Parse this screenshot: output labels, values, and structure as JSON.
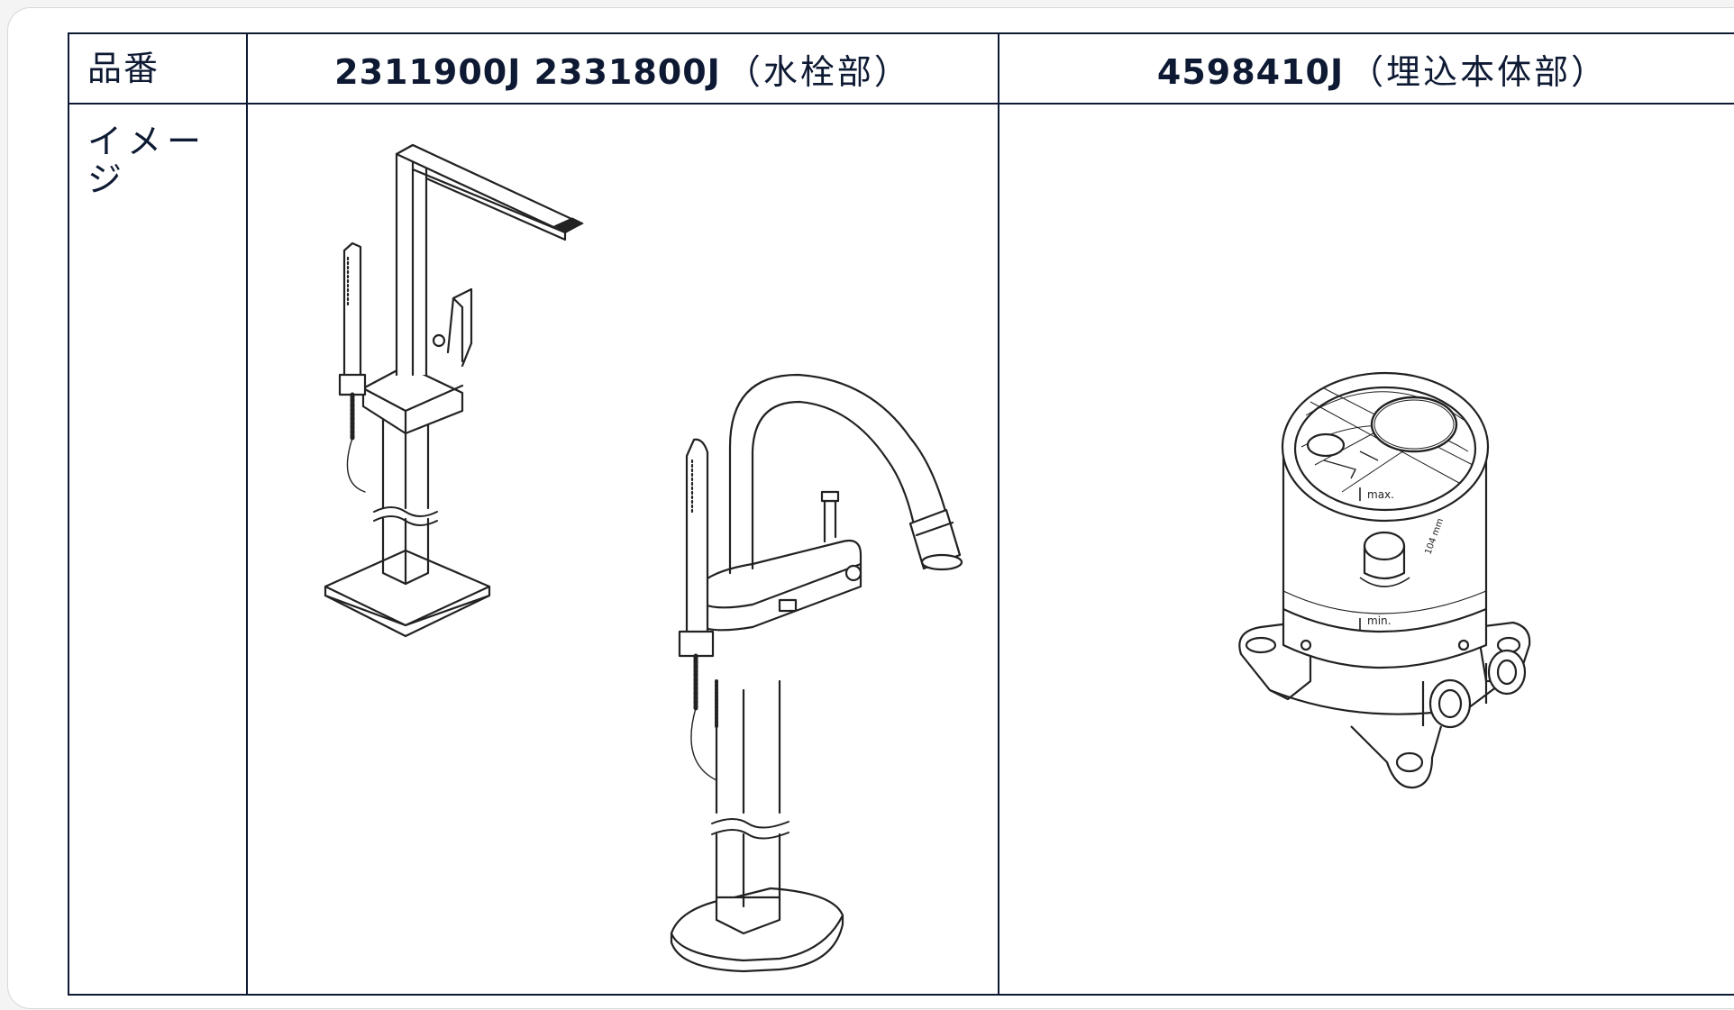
{
  "table": {
    "header": {
      "label": "品番",
      "col_a": {
        "codes": "2311900J 2331800J",
        "suffix": "（水栓部）"
      },
      "col_b": {
        "codes": "4598410J",
        "suffix": "（埋込本体部）"
      }
    },
    "image_row": {
      "label": "イメージ"
    }
  },
  "illustrations": {
    "col_a": [
      {
        "name": "faucet-tall-square-icon"
      },
      {
        "name": "faucet-curved-spout-icon"
      }
    ],
    "col_b": {
      "name": "embedded-body-unit-icon",
      "markings": {
        "max": "max.",
        "min": "min.",
        "dimension": "104 mm"
      }
    }
  },
  "colors": {
    "ink": "#0e1a33",
    "line": "#222222",
    "background": "#ffffff"
  }
}
